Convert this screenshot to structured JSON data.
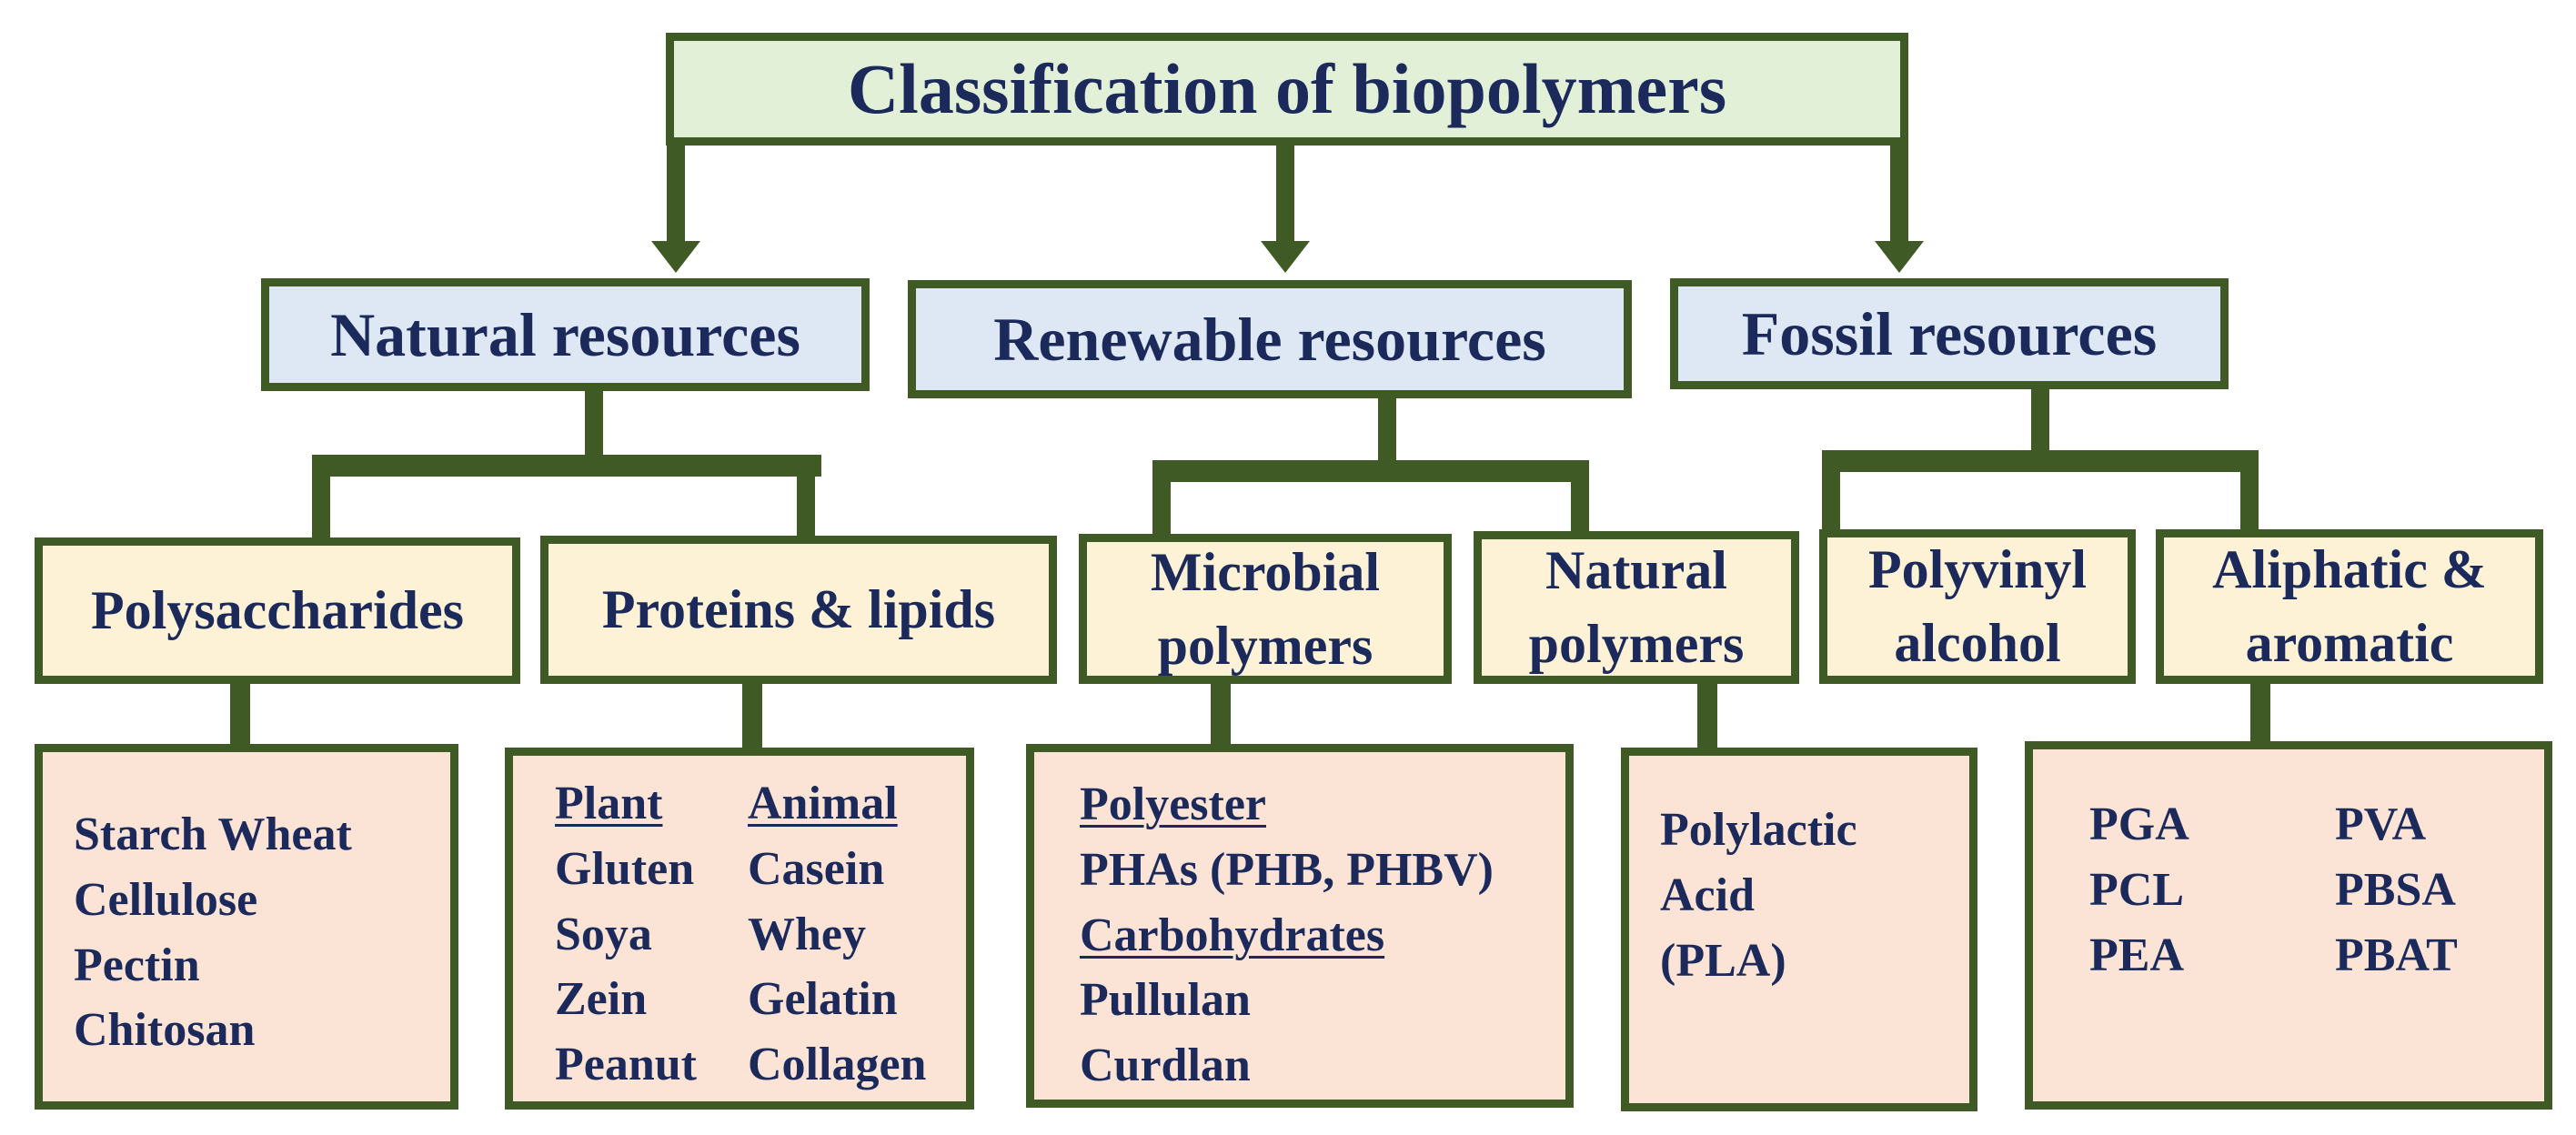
{
  "title": "Classification of biopolymers",
  "categories": {
    "natural": "Natural resources",
    "renewable": "Renewable resources",
    "fossil": "Fossil resources"
  },
  "subcategories": {
    "polysaccharides": "Polysaccharides",
    "proteins": "Proteins & lipids",
    "microbial": [
      "Microbial",
      "polymers"
    ],
    "natural_polymers": [
      "Natural",
      "polymers"
    ],
    "polyvinyl": [
      "Polyvinyl",
      "alcohol"
    ],
    "aliphatic": [
      "Aliphatic &",
      "aromatic"
    ]
  },
  "examples": {
    "polysaccharides": [
      "Starch Wheat",
      "Cellulose",
      "Pectin",
      "Chitosan"
    ],
    "proteins": {
      "plant_heading": "Plant",
      "plant": [
        "Gluten",
        "Soya",
        "Zein",
        "Peanut"
      ],
      "animal_heading": "Animal",
      "animal": [
        "Casein",
        "Whey",
        "Gelatin",
        "Collagen"
      ]
    },
    "microbial": {
      "heading1": "Polyester",
      "items1": [
        "PHAs (PHB, PHBV)"
      ],
      "heading2": "Carbohydrates",
      "items2": [
        "Pullulan",
        "Curdlan"
      ]
    },
    "natural_polymers": [
      "Polylactic",
      "Acid",
      "(PLA)"
    ],
    "synthetic": {
      "col1": [
        "PGA",
        "PCL",
        "PEA"
      ],
      "col2": [
        "PVA",
        "PBSA",
        "PBAT"
      ]
    }
  },
  "colors": {
    "border": "#3f5a24",
    "title_fill": "#e3f0d8",
    "category_fill": "#dde8f4",
    "subcategory_fill": "#fdf2d6",
    "example_fill": "#fbe3d6",
    "text": "#1b2a5b"
  }
}
